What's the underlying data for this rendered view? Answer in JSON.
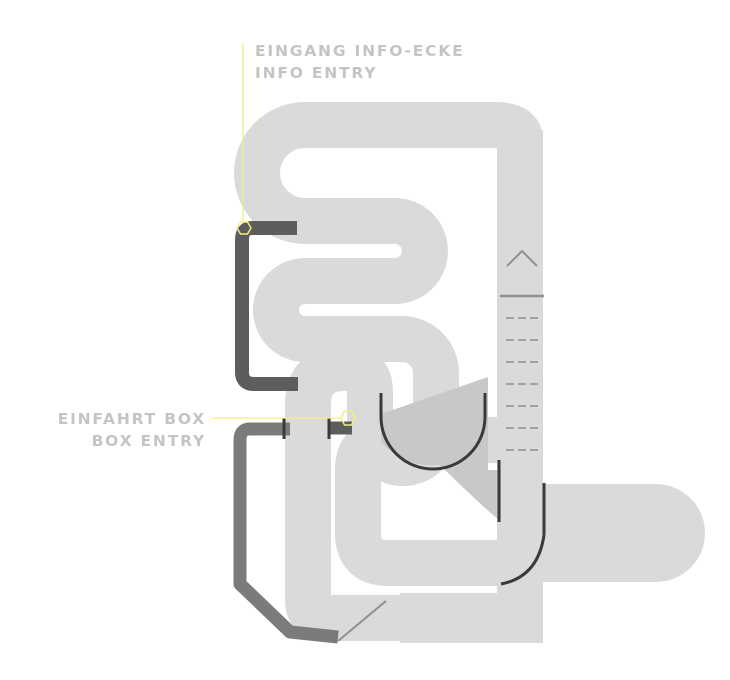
{
  "labels": {
    "info_entry_de": "EINGANG INFO-ECKE",
    "info_entry_en": "INFO ENTRY",
    "box_entry_de": "EINFAHRT BOX",
    "box_entry_en": "BOX ENTRY"
  },
  "colors": {
    "track": "#dadada",
    "track_shade": "#c6c6c6",
    "pit_lane_dark": "#5d5d5d",
    "pit_lane_mid": "#7b7b7b",
    "curb": "#3a3a3a",
    "leader_line": "#f2ef7e",
    "label_text": "#c4c4c4",
    "tribune": "#8f8f8f"
  },
  "icons": {
    "tribune": "chevron-up-icon",
    "info_marker": "hexagon-icon",
    "box_marker": "hexagon-icon"
  }
}
